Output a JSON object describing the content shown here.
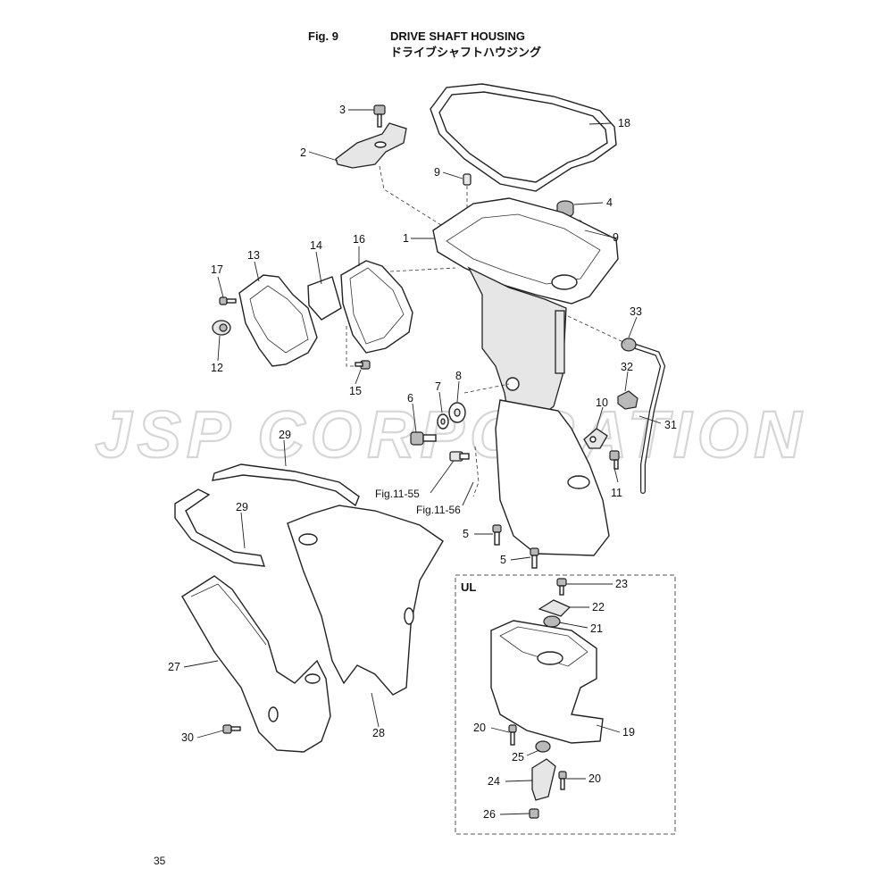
{
  "header": {
    "fig_label": "Fig. 9",
    "title_en": "DRIVE SHAFT HOUSING",
    "title_ja": "ドライブシャフトハウジング"
  },
  "watermark": {
    "text": "JSP CORPORATION"
  },
  "page_number": "35",
  "inset": {
    "label": "UL"
  },
  "callouts": {
    "c1": "1",
    "c2": "2",
    "c3": "3",
    "c4": "4",
    "c5a": "5",
    "c5b": "5",
    "c6": "6",
    "c7": "7",
    "c8": "8",
    "c9a": "9",
    "c9b": "9",
    "c10": "10",
    "c11": "11",
    "c12": "12",
    "c13": "13",
    "c14": "14",
    "c15": "15",
    "c16": "16",
    "c17": "17",
    "c18": "18",
    "c19": "19",
    "c20a": "20",
    "c20b": "20",
    "c21": "21",
    "c22": "22",
    "c23": "23",
    "c24": "24",
    "c25": "25",
    "c26": "26",
    "c27": "27",
    "c28": "28",
    "c29a": "29",
    "c29b": "29",
    "c30": "30",
    "c31": "31",
    "c32": "32",
    "c33": "33"
  },
  "figure_refs": {
    "ref_a": "Fig.11-55",
    "ref_b": "Fig.11-56"
  }
}
